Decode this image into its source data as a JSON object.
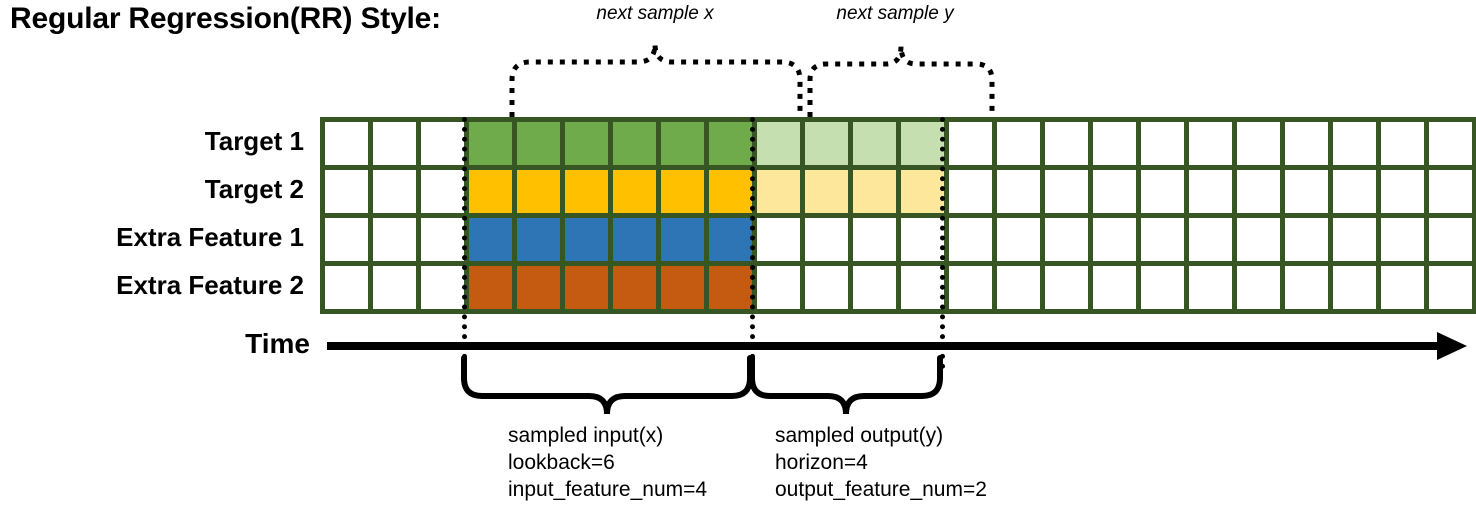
{
  "title": "Regular Regression(RR) Style:",
  "annotations": {
    "next_sample_x": "next sample x",
    "next_sample_y": "next sample y"
  },
  "rows": [
    {
      "label": "Target 1",
      "color_key": "green",
      "light_key": "lightgreen"
    },
    {
      "label": "Target 2",
      "color_key": "yellow",
      "light_key": "lightyellow"
    },
    {
      "label": "Extra Feature 1",
      "color_key": "blue",
      "light_key": "none"
    },
    {
      "label": "Extra Feature 2",
      "color_key": "orange",
      "light_key": "none"
    }
  ],
  "grid": {
    "total_columns": 24,
    "total_rows": 4,
    "lead_blank_columns": 3,
    "input_columns": 6,
    "output_columns": 4,
    "trailing_blank_columns": 11,
    "cells": [
      [
        "none",
        "none",
        "none",
        "green",
        "green",
        "green",
        "green",
        "green",
        "green",
        "lightgreen",
        "lightgreen",
        "lightgreen",
        "lightgreen",
        "none",
        "none",
        "none",
        "none",
        "none",
        "none",
        "none",
        "none",
        "none",
        "none",
        "none"
      ],
      [
        "none",
        "none",
        "none",
        "yellow",
        "yellow",
        "yellow",
        "yellow",
        "yellow",
        "yellow",
        "lightyellow",
        "lightyellow",
        "lightyellow",
        "lightyellow",
        "none",
        "none",
        "none",
        "none",
        "none",
        "none",
        "none",
        "none",
        "none",
        "none",
        "none"
      ],
      [
        "none",
        "none",
        "none",
        "blue",
        "blue",
        "blue",
        "blue",
        "blue",
        "blue",
        "none",
        "none",
        "none",
        "none",
        "none",
        "none",
        "none",
        "none",
        "none",
        "none",
        "none",
        "none",
        "none",
        "none",
        "none"
      ],
      [
        "none",
        "none",
        "none",
        "orange",
        "orange",
        "orange",
        "orange",
        "orange",
        "orange",
        "none",
        "none",
        "none",
        "none",
        "none",
        "none",
        "none",
        "none",
        "none",
        "none",
        "none",
        "none",
        "none",
        "none",
        "none"
      ]
    ]
  },
  "time_axis": {
    "label": "Time"
  },
  "descriptions": {
    "input": {
      "line1": "sampled input(x)",
      "line2": "lookback=6",
      "line3": "input_feature_num=4"
    },
    "output": {
      "line1": "sampled output(y)",
      "line2": "horizon=4",
      "line3": "output_feature_num=2"
    }
  },
  "colors": {
    "border": "#375623",
    "green": "#6fab4b",
    "lightgreen": "#c6dfb0",
    "yellow": "#ffc000",
    "lightyellow": "#fde79a",
    "blue": "#2e75b6",
    "orange": "#c55a11",
    "ink": "#000000"
  }
}
